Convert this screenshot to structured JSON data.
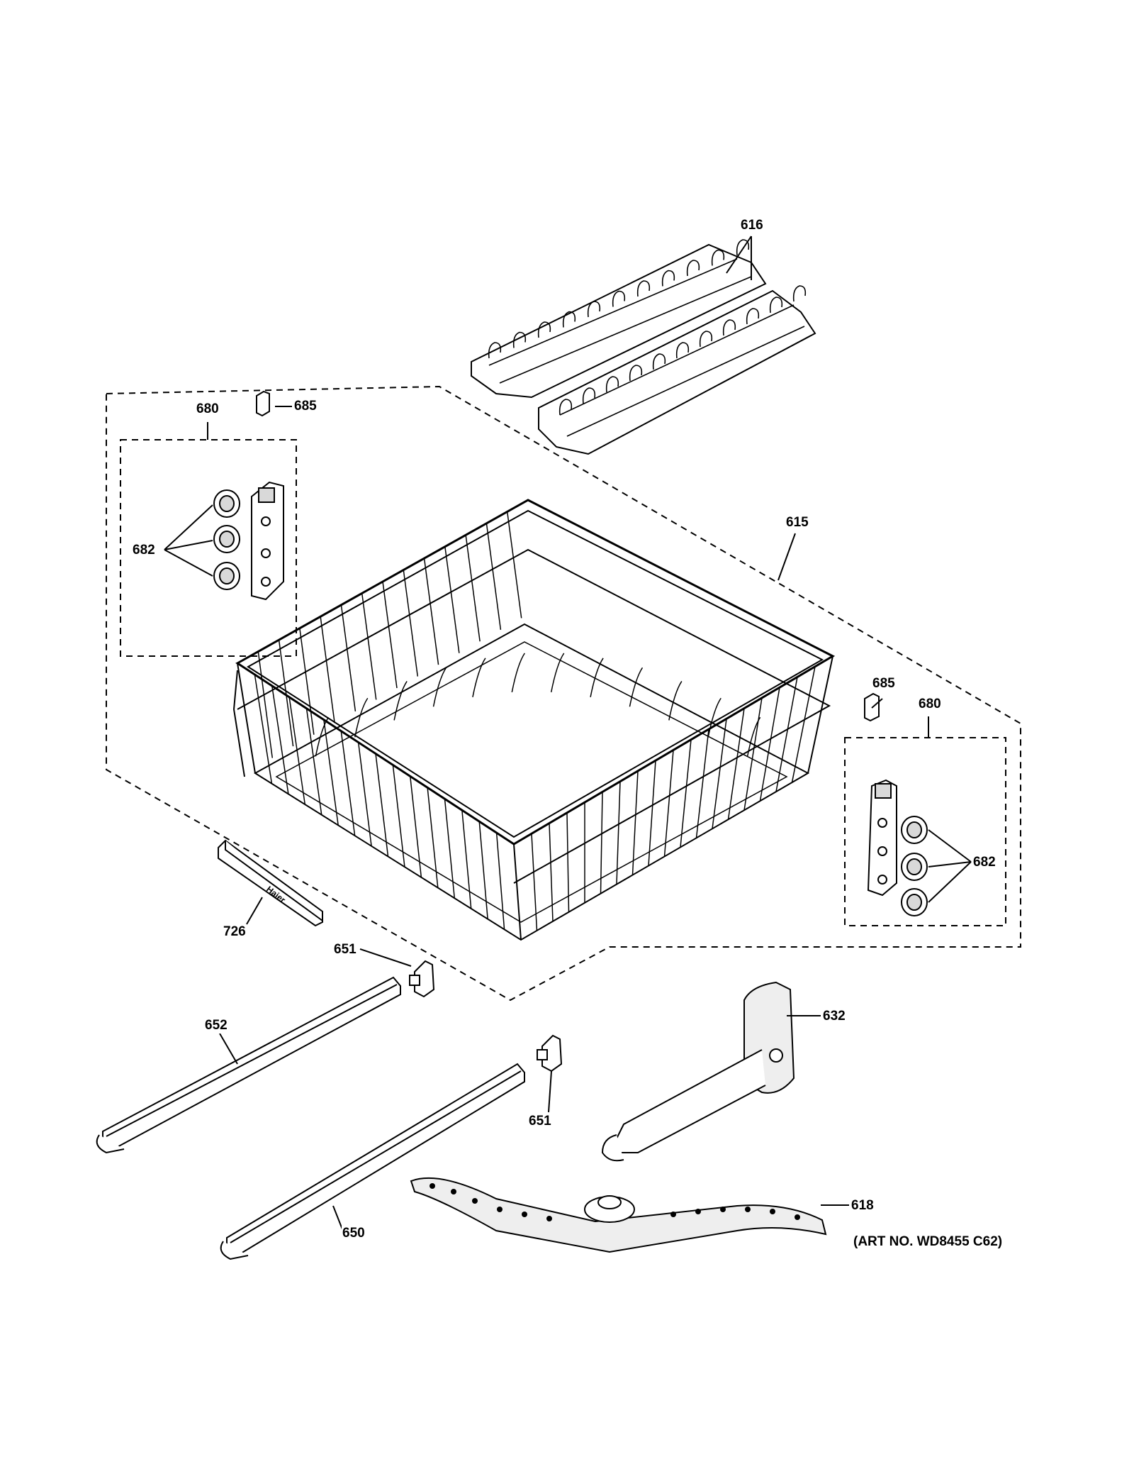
{
  "labels": {
    "l616": "616",
    "l680a": "680",
    "l685a": "685",
    "l682a": "682",
    "l615": "615",
    "l685b": "685",
    "l680b": "680",
    "l682b": "682",
    "l726": "726",
    "l651a": "651",
    "l652": "652",
    "l632": "632",
    "l651b": "651",
    "l618": "618",
    "l650": "650"
  },
  "art_number": "(ART NO. WD8455 C62)",
  "logo_text": "Haier",
  "colors": {
    "line": "#000000",
    "fill": "#ffffff",
    "shade": "#d9d9d9"
  }
}
